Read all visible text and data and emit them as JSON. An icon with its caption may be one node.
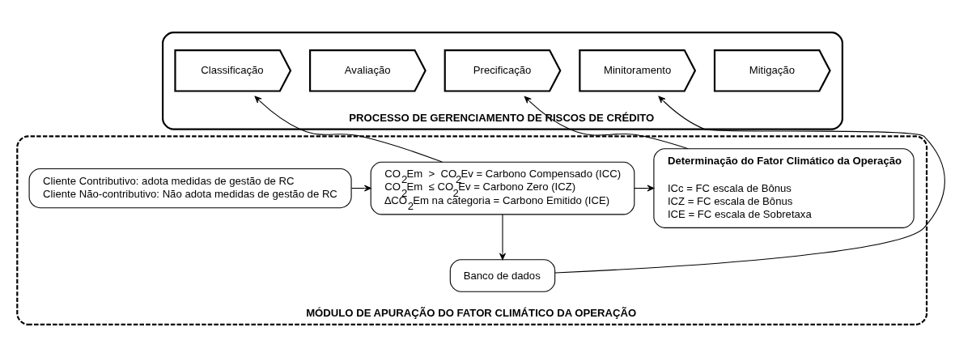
{
  "diagram": {
    "nodes": [
      {
        "text": [
          "PROCESSO DE GERENCIAMENTO DE RISCOS DE CRÉDITO"
        ]
      },
      {
        "text": [
          "Classificação"
        ],
        "in": 0
      },
      {
        "text": [
          "Avaliação"
        ],
        "in": 0
      },
      {
        "text": [
          "Precificação"
        ],
        "in": 0
      },
      {
        "text": [
          "Minitoramento"
        ],
        "in": 0
      },
      {
        "text": [
          "Mitigação"
        ],
        "in": 0
      },
      {
        "text": [
          "MÓDULO DE APURAÇÃO DO FATOR CLIMÁTICO DA OPERAÇÃO"
        ]
      },
      {
        "text": [
          "Cliente Contributivo: adota medidas de gestão de RC",
          "Cliente Não-contributivo: Não adota medidas de gestão de RC"
        ],
        "in": 6
      },
      {
        "text": [
          "CO$_{2}$Em  >  CO$_{2}$Ev = Carbono Compensado (ICC)",
          "CO$_{2}$Em  ≤ CO$_{2}$Ev = Carbono Zero (ICZ)",
          "∆CO$_{2}$Em na categoria = Carbono Emitido (ICE)"
        ],
        "in": 6
      },
      {
        "text": [
          "Determinação do Fator Climático da Operação",
          "ICc = FC escala de Bônus",
          "ICZ = FC escala de Bônus",
          "ICE = FC escala de Sobretaxa"
        ],
        "in": 6
      },
      {
        "text": [
          "Banco de dados"
        ],
        "in": 6
      }
    ],
    "edges": [
      {
        "from": 8,
        "to": 1,
        "arrow": "to"
      },
      {
        "from": 10,
        "to": 4,
        "arrow": "to"
      },
      {
        "from": 9,
        "to": 3,
        "arrow": "to"
      },
      {
        "from": 7,
        "to": 8,
        "arrow": "to"
      },
      {
        "from": 8,
        "to": 9,
        "arrow": "to"
      },
      {
        "from": 8,
        "to": 10,
        "arrow": "to"
      }
    ]
  }
}
